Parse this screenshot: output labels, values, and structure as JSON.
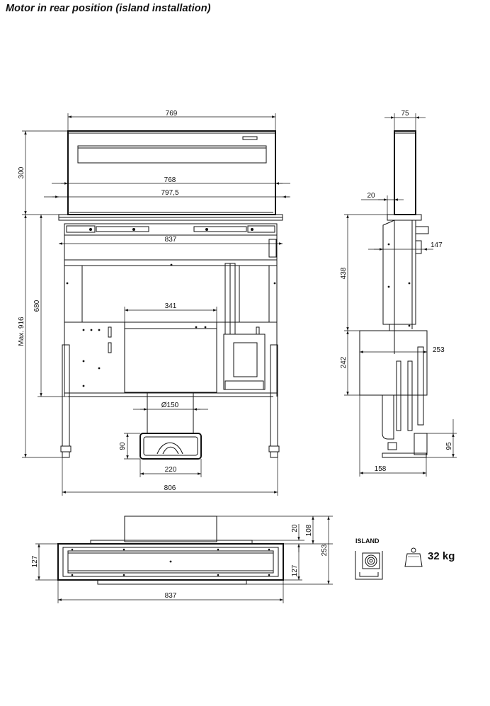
{
  "header": {
    "title": "Motor in rear position (island installation)"
  },
  "dimensions": {
    "front_top_width": "769",
    "front_inner_width": "768",
    "front_outer_width": "797,5",
    "front_height_top": "300",
    "front_bar_width": "837",
    "front_height_main": "680",
    "front_height_max": "Max. 916",
    "front_motor_width": "341",
    "front_outlet_diameter": "Ø150",
    "front_outlet_height": "90",
    "front_outlet_width": "220",
    "front_base_width": "806",
    "side_top_width": "75",
    "side_offset": "20",
    "side_bracket": "147",
    "side_height_upper": "438",
    "side_depth_motor": "253",
    "side_height_lower": "242",
    "side_foot_height": "95",
    "side_foot_depth": "158",
    "top_width": "837",
    "top_depth_left": "127",
    "top_depth_right": "127",
    "top_offset": "20",
    "top_upper": "108",
    "top_total": "253"
  },
  "legend": {
    "installation_label": "ISLAND",
    "weight": "32 kg",
    "installation_icon": "island-hood-icon",
    "weight_icon": "weight-icon"
  }
}
